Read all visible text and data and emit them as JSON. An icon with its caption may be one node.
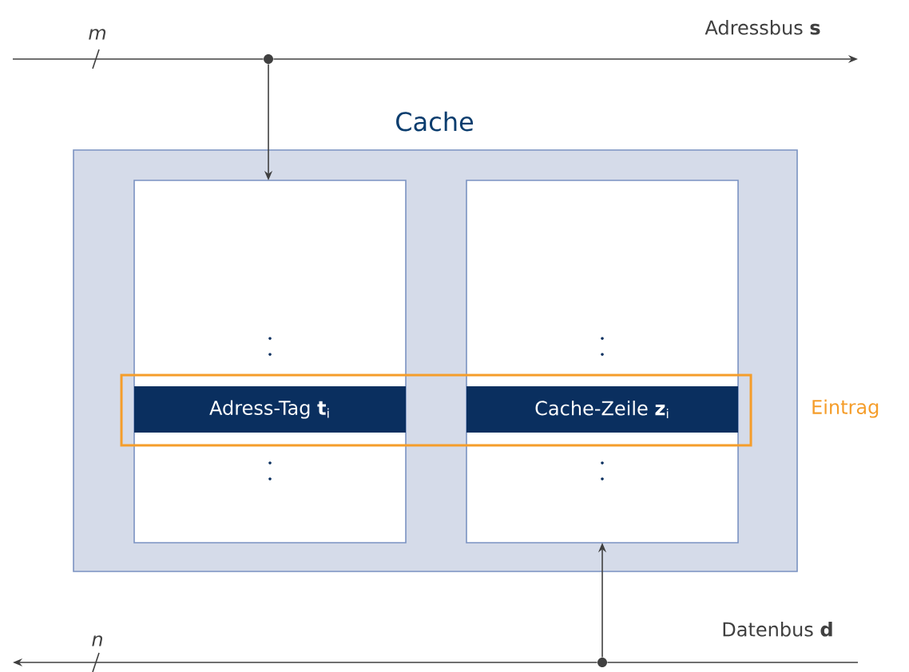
{
  "diagram": {
    "nodes": [
      {
        "text": [
          "Cache"
        ]
      },
      {
        "text": [],
        "shape": "box",
        "in": 0
      },
      {
        "text": [],
        "shape": "box",
        "in": 0
      },
      {
        "text": [
          "Adress-Tag **t**$_{i}$"
        ]
      },
      {
        "text": [
          "Cache-Zeile **z**$_{i}$"
        ]
      },
      {
        "text": [
          "Eintrag"
        ],
        "in": 0
      },
      {
        "text": [],
        "shape": "circle"
      },
      {
        "text": [],
        "shape": "circle"
      }
    ],
    "edges": [
      {
        "from": null,
        "to": 6,
        "arrow": "none"
      },
      {
        "from": 6,
        "to": null,
        "arrow": "to"
      },
      {
        "from": 6,
        "to": 1,
        "arrow": "to"
      },
      {
        "from": 7,
        "to": null,
        "arrow": "to"
      },
      {
        "from": null,
        "to": 7,
        "arrow": "none"
      },
      {
        "from": 7,
        "to": 2,
        "arrow": "to"
      }
    ],
    "labels": [
      "m",
      "Adressbus **s**",
      "n",
      "Datenbus **d**"
    ]
  }
}
